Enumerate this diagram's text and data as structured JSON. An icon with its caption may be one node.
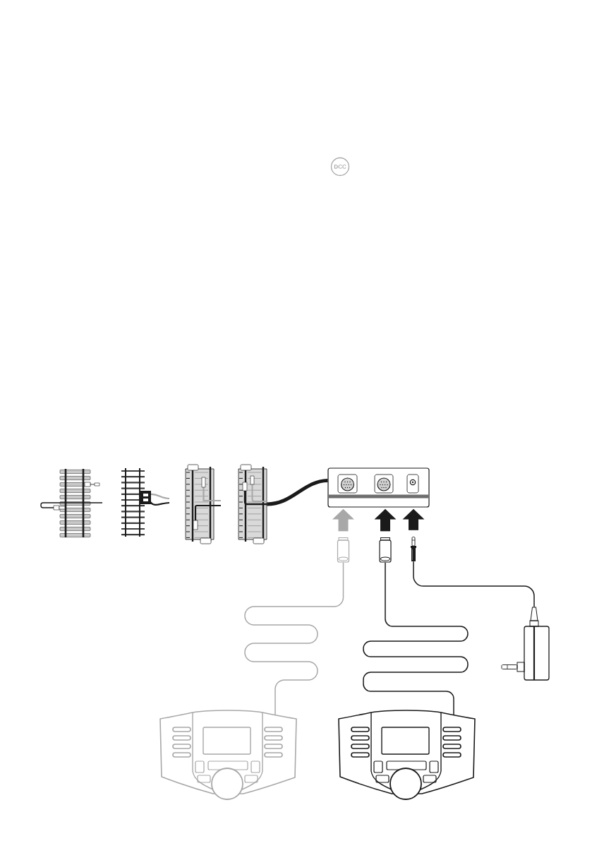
{
  "diagram": {
    "nodes": [
      {
        "text": [
          "DCC"
        ]
      },
      {
        "text": [],
        "shape": "picture"
      },
      {
        "text": [],
        "shape": "picture"
      },
      {
        "text": [],
        "shape": "picture"
      },
      {
        "text": [],
        "shape": "picture"
      },
      {
        "text": [],
        "shape": "picture"
      },
      {
        "text": [],
        "shape": "picture"
      },
      {
        "text": [],
        "shape": "picture"
      },
      {
        "text": [],
        "shape": "picture"
      },
      {
        "text": [],
        "shape": "picture"
      },
      {
        "text": [],
        "shape": "picture"
      },
      {
        "text": [],
        "shape": "picture"
      }
    ],
    "edges": [
      {
        "from": 4,
        "to": 5,
        "arrow": "none"
      },
      {
        "from": 6,
        "to": 5,
        "arrow": "to",
        "style": "thick",
        "color": "#a8a8a8"
      },
      {
        "from": 7,
        "to": 5,
        "arrow": "to",
        "style": "thick"
      },
      {
        "from": 8,
        "to": 5,
        "arrow": "to",
        "style": "thick"
      },
      {
        "from": 6,
        "to": 10,
        "arrow": "none",
        "color": "#a8a8a8"
      },
      {
        "from": 7,
        "to": 11,
        "arrow": "none"
      },
      {
        "from": 8,
        "to": 9,
        "arrow": "none"
      }
    ]
  }
}
